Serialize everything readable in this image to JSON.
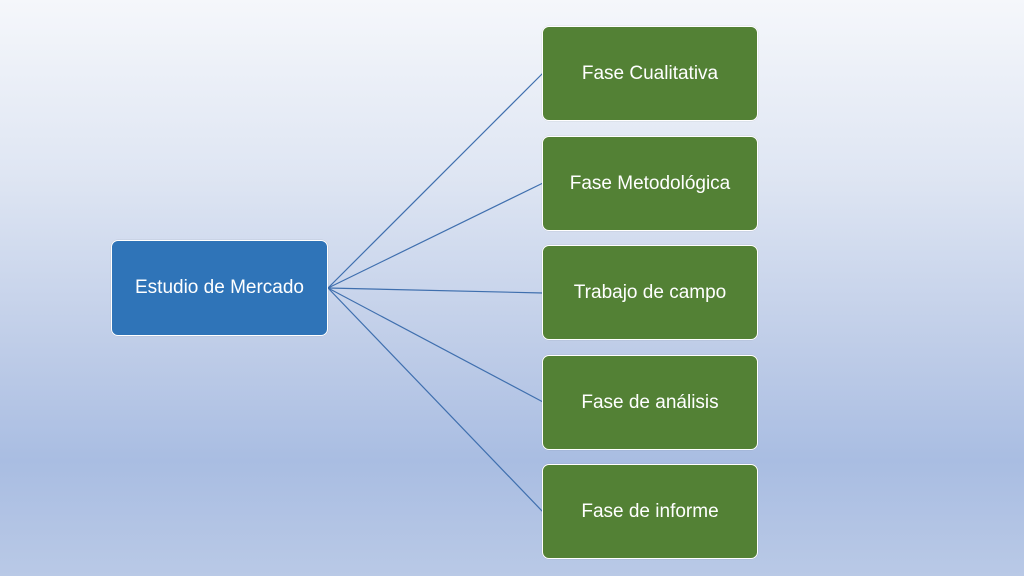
{
  "diagram": {
    "root": {
      "label": "Estudio de Mercado",
      "color": "#2f74b8"
    },
    "children": [
      {
        "label": "Fase Cualitativa"
      },
      {
        "label": "Fase Metodológica"
      },
      {
        "label": "Trabajo de campo"
      },
      {
        "label": "Fase de análisis"
      },
      {
        "label": "Fase de informe"
      }
    ],
    "child_color": "#538135",
    "connector_color": "#3f6fae"
  }
}
